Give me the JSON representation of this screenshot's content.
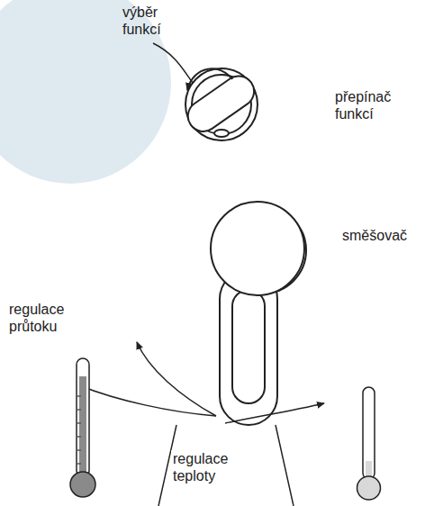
{
  "diagram": {
    "labels": [
      "výběr funkcí",
      "přepínač funkcí",
      "směšovač",
      "regulace průtoku",
      "regulace teploty"
    ]
  }
}
